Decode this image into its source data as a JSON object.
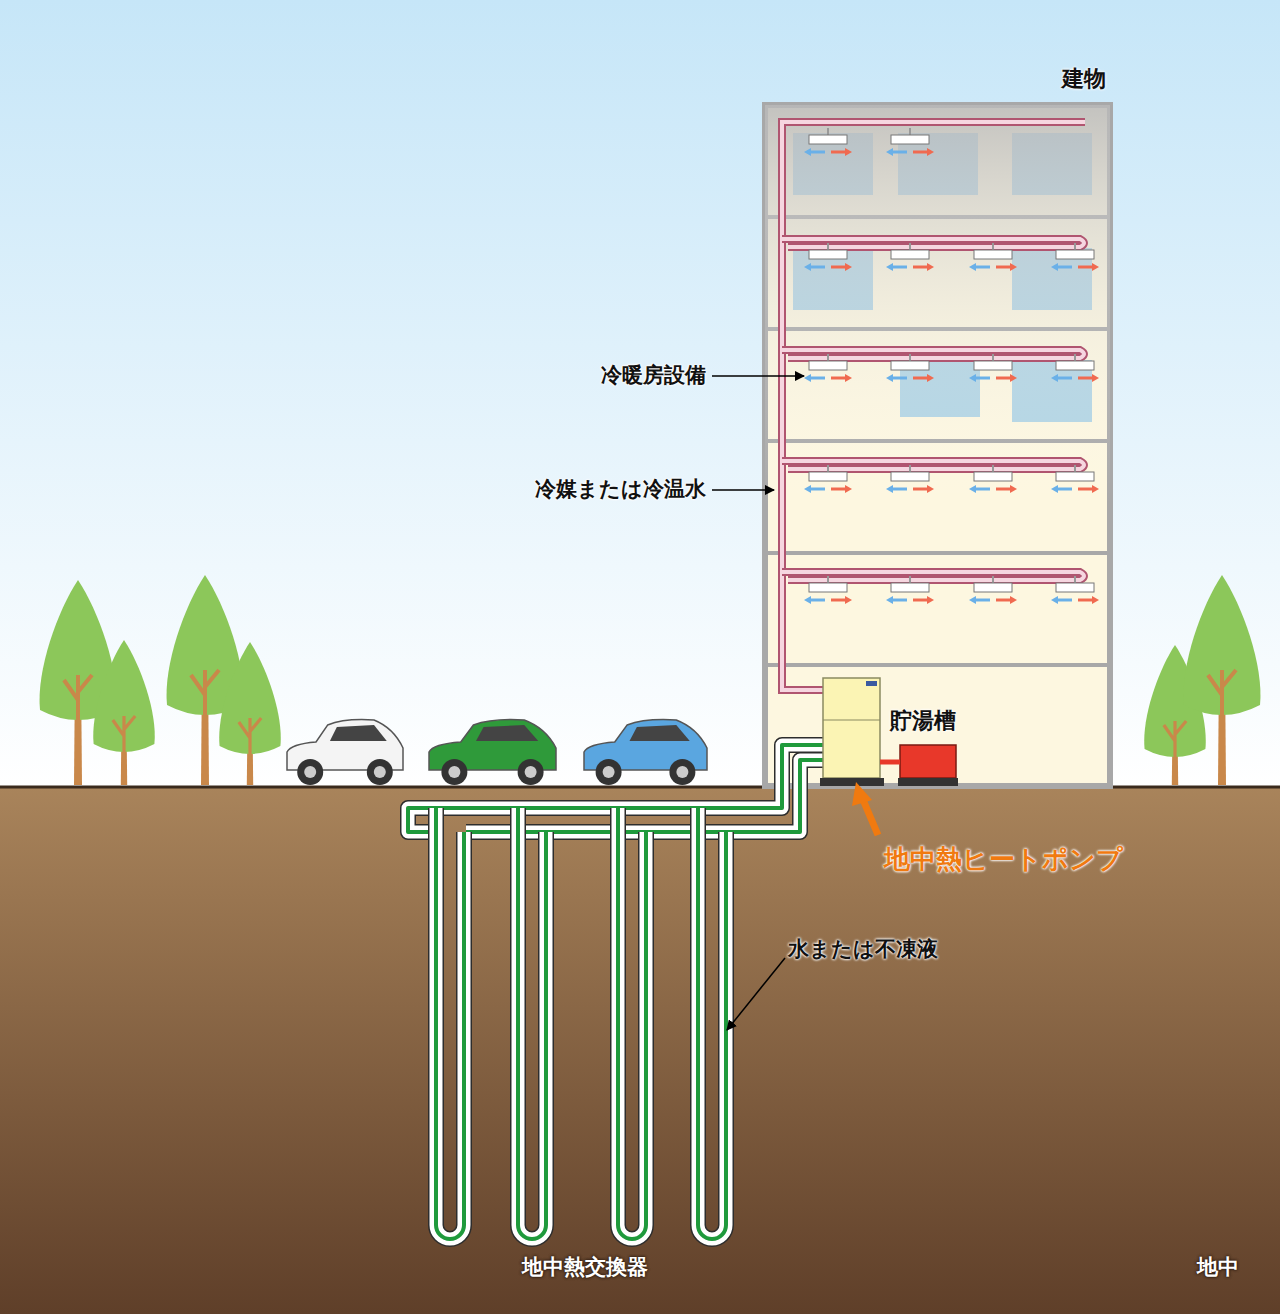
{
  "diagram": {
    "nodes": [
      {
        "text": [
          "建物"
        ]
      },
      {
        "text": [
          "貯湯槽"
        ],
        "in": 0
      }
    ],
    "labels": [
      "冷暖房設備",
      "冷媒または冷温水",
      "地中熱ヒートポンプ",
      "水または不凍液",
      "地中熱交換器",
      "地中"
    ]
  }
}
